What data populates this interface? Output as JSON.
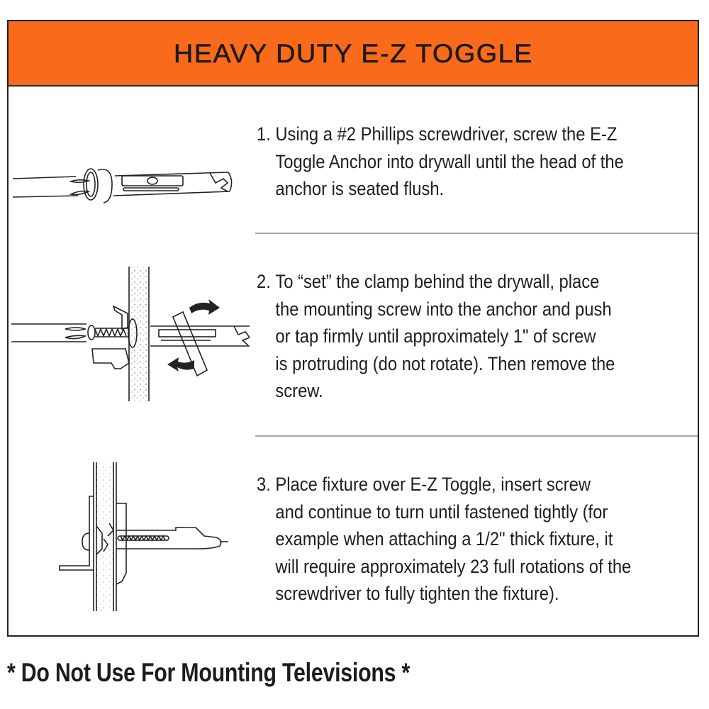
{
  "header": {
    "title": "HEAVY DUTY E-Z TOGGLE",
    "background_color": "#F96A1B"
  },
  "steps": [
    {
      "number": "1.",
      "illustration": "screwdriver-driving-anchor",
      "lines": [
        "Using a #2 Phillips screwdriver, screw the E-Z",
        "Toggle Anchor into drywall until the head of the",
        "anchor is seated flush."
      ]
    },
    {
      "number": "2.",
      "illustration": "anchor-clamp-set-behind-drywall",
      "lines": [
        "To “set” the clamp behind the drywall, place",
        "the mounting screw into the anchor and push",
        "or tap firmly until approximately 1\" of screw",
        "is protruding (do not rotate). Then remove the",
        "screw."
      ]
    },
    {
      "number": "3.",
      "illustration": "fixture-fastened-to-anchor",
      "lines": [
        "Place fixture over E-Z Toggle, insert screw",
        "and continue to turn until fastened tightly (for",
        "example when attaching a 1/2\" thick fixture, it",
        "will require approximately 23 full rotations of the",
        "screwdriver to fully tighten the fixture)."
      ]
    }
  ],
  "footer": {
    "warning": "* Do Not Use For Mounting Televisions *"
  }
}
